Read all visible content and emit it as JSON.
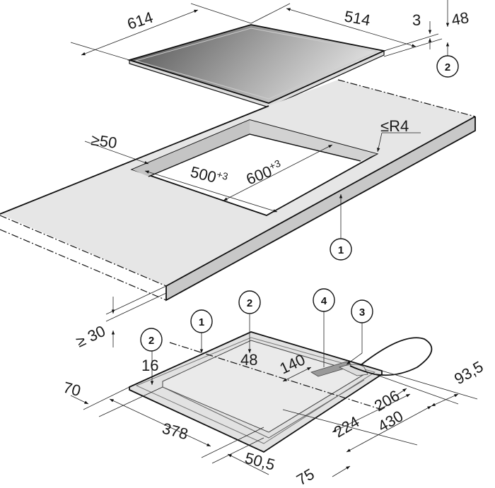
{
  "title": "Hob installation dimensions",
  "dimensions": {
    "hob_width": "614",
    "hob_depth": "514",
    "glass_thickness": "3",
    "hob_height": "48",
    "min_edge_distance": "≥50",
    "corner_radius": "≤R4",
    "cutout_depth": "500",
    "cutout_depth_tol": "+3",
    "cutout_width": "600",
    "cutout_width_tol": "+3",
    "min_worktop_thickness": "≥ 30",
    "bottom_16": "16",
    "bottom_48": "48",
    "bottom_140": "140",
    "bottom_70": "70",
    "bottom_378": "378",
    "bottom_50_5": "50,5",
    "bottom_75": "75",
    "bottom_224": "224",
    "bottom_206": "206",
    "bottom_430": "430",
    "bottom_93_5": "93,5"
  },
  "callouts": {
    "top_2": "2",
    "worktop_1": "1",
    "bottom_2_center": "2",
    "bottom_1": "1",
    "bottom_2_left": "2",
    "bottom_4": "4",
    "bottom_3": "3"
  },
  "colors": {
    "worktop": "#e6e6e6",
    "cut_edge": "#c4c4c4",
    "glass_dark": "#5a5a5a",
    "glass_light": "#d8d8d8"
  }
}
